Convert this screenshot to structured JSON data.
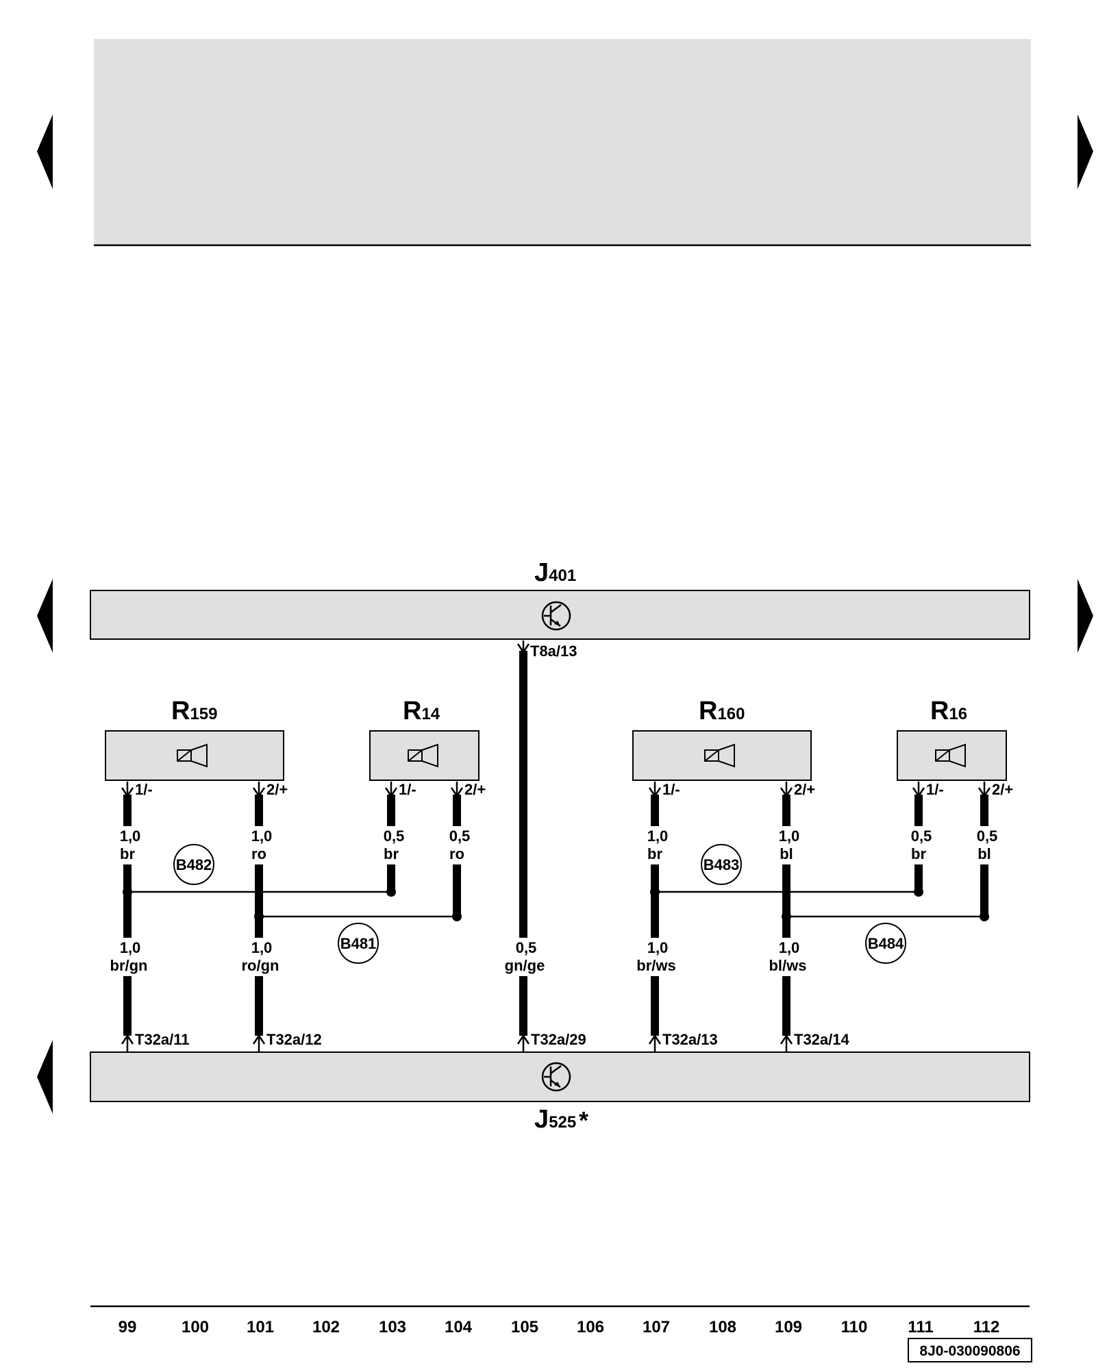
{
  "components": {
    "J401": {
      "letter": "J",
      "number": "401"
    },
    "J525": {
      "letter": "J",
      "number": "525",
      "suffix": "*"
    },
    "R159": {
      "letter": "R",
      "number": "159"
    },
    "R14": {
      "letter": "R",
      "number": "14"
    },
    "R160": {
      "letter": "R",
      "number": "160"
    },
    "R16": {
      "letter": "R",
      "number": "16"
    }
  },
  "pins": {
    "t8a_13": "T8a/13",
    "t32a_11": "T32a/11",
    "t32a_12": "T32a/12",
    "t32a_29": "T32a/29",
    "t32a_13": "T32a/13",
    "t32a_14": "T32a/14",
    "r159_1": "1/-",
    "r159_2": "2/+",
    "r14_1": "1/-",
    "r14_2": "2/+",
    "r160_1": "1/-",
    "r160_2": "2/+",
    "r16_1": "1/-",
    "r16_2": "2/+"
  },
  "wires": {
    "w99_top": {
      "size": "1,0",
      "color": "br"
    },
    "w101_top": {
      "size": "1,0",
      "color": "ro"
    },
    "w103": {
      "size": "0,5",
      "color": "br"
    },
    "w104": {
      "size": "0,5",
      "color": "ro"
    },
    "w107_top": {
      "size": "1,0",
      "color": "br"
    },
    "w109_top": {
      "size": "1,0",
      "color": "bl"
    },
    "w111": {
      "size": "0,5",
      "color": "br"
    },
    "w112": {
      "size": "0,5",
      "color": "bl"
    },
    "w99_bot": {
      "size": "1,0",
      "color": "br/gn"
    },
    "w101_bot": {
      "size": "1,0",
      "color": "ro/gn"
    },
    "w105": {
      "size": "0,5",
      "color": "gn/ge"
    },
    "w107_bot": {
      "size": "1,0",
      "color": "br/ws"
    },
    "w109_bot": {
      "size": "1,0",
      "color": "bl/ws"
    }
  },
  "connections": {
    "b481": "B481",
    "b482": "B482",
    "b483": "B483",
    "b484": "B484"
  },
  "grid": [
    "99",
    "100",
    "101",
    "102",
    "103",
    "104",
    "105",
    "106",
    "107",
    "108",
    "109",
    "110",
    "111",
    "112"
  ],
  "doc_id": "8J0-030090806"
}
